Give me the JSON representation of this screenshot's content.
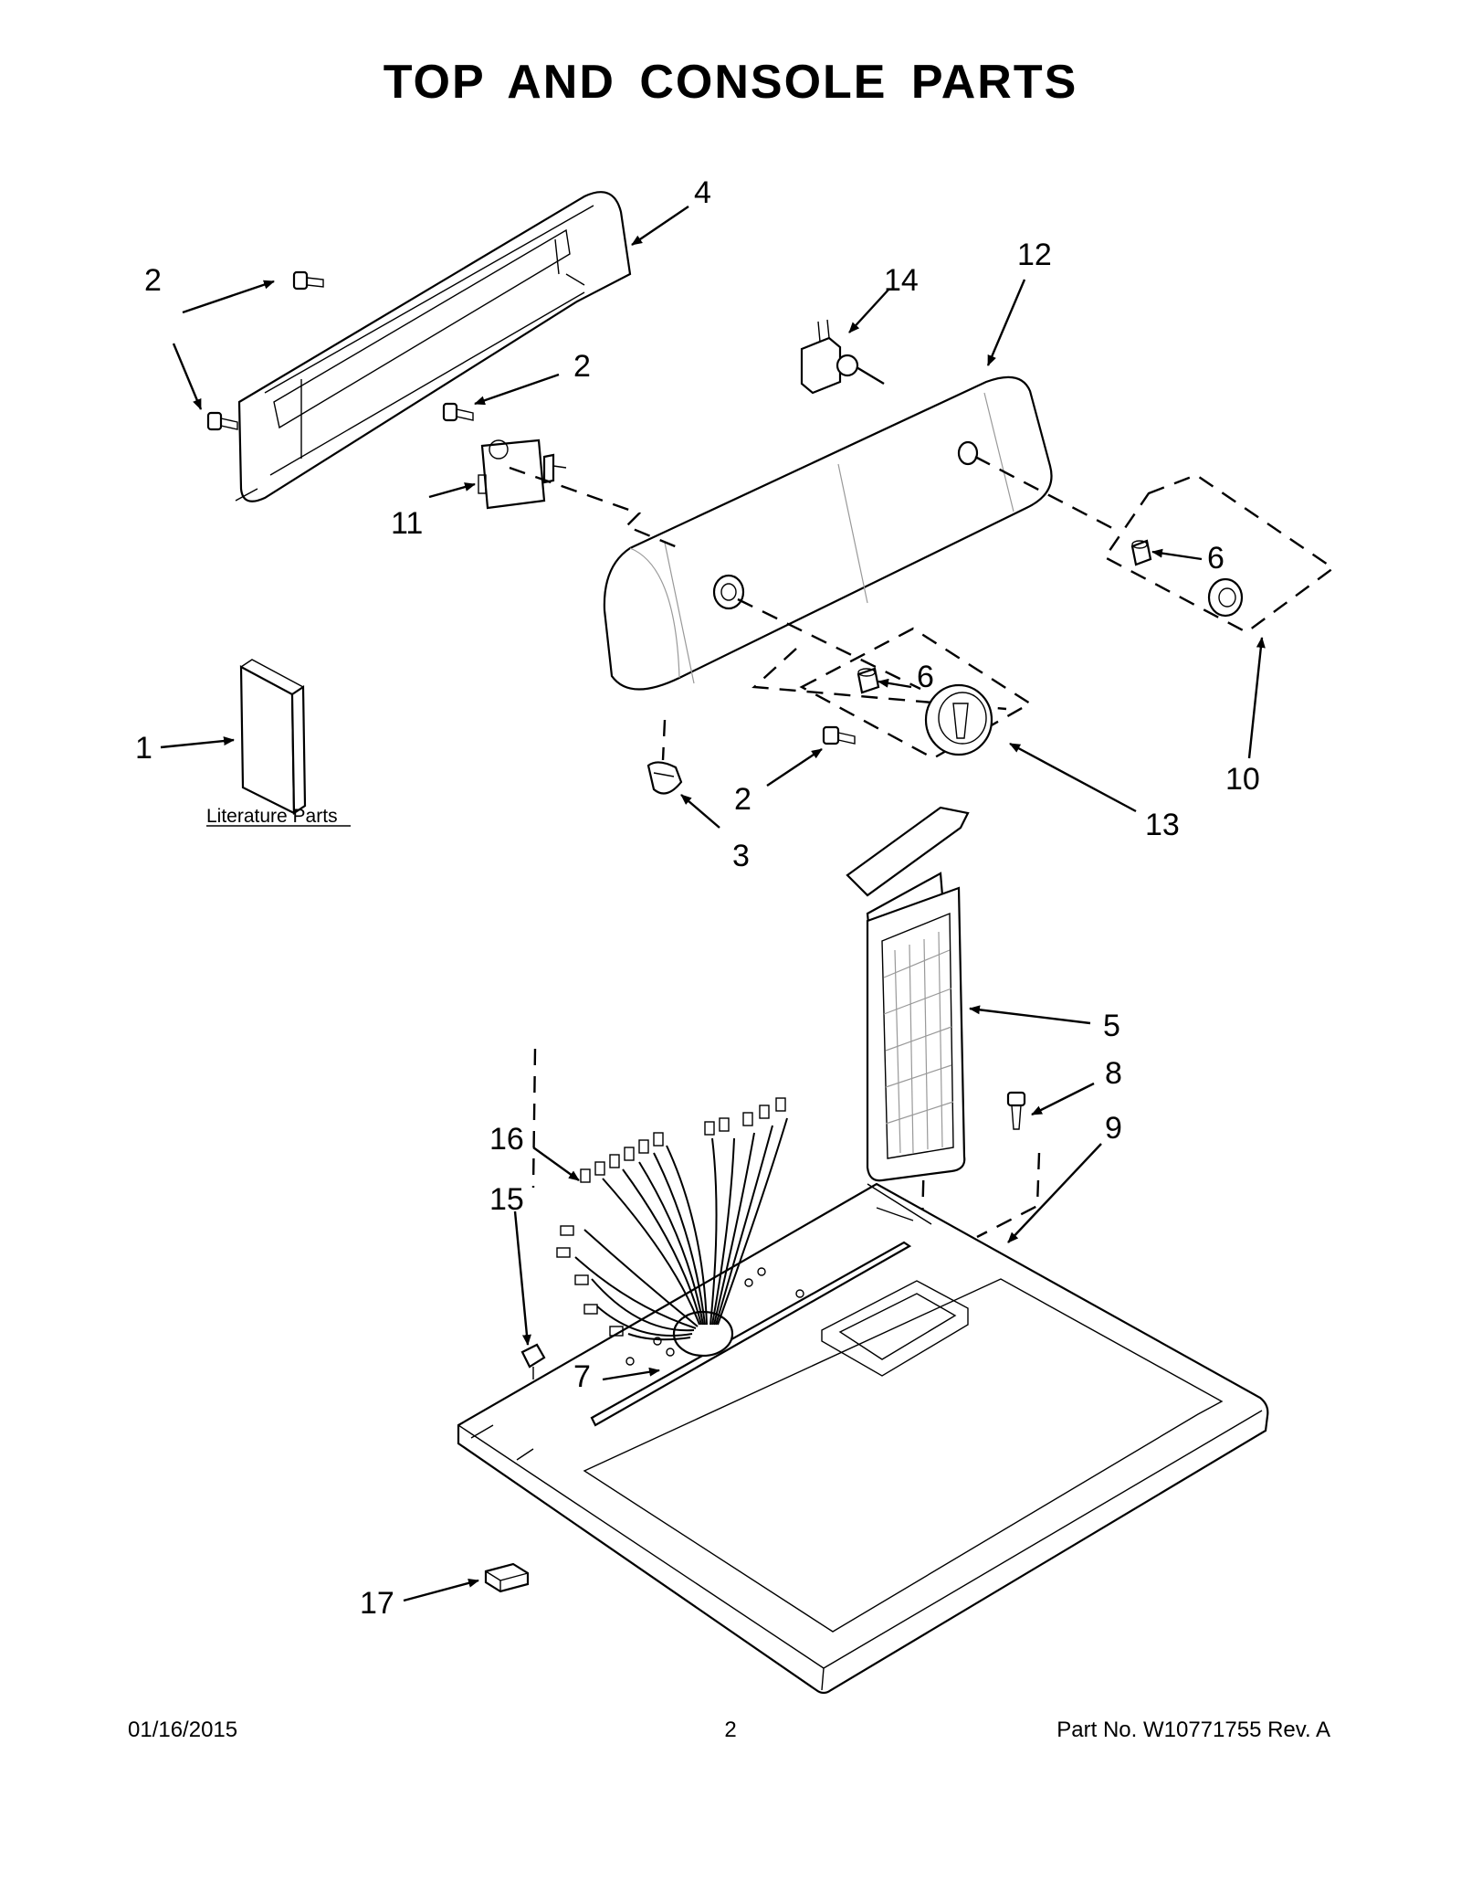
{
  "title": "TOP AND CONSOLE PARTS",
  "literature_label": "Literature Parts",
  "callouts": {
    "c1": "1",
    "c2a": "2",
    "c2b": "2",
    "c2c": "2",
    "c3": "3",
    "c4": "4",
    "c5": "5",
    "c6a": "6",
    "c6b": "6",
    "c7": "7",
    "c8": "8",
    "c9": "9",
    "c10": "10",
    "c11": "11",
    "c12": "12",
    "c13": "13",
    "c14": "14",
    "c15": "15",
    "c16": "16",
    "c17": "17"
  },
  "footer": {
    "date": "01/16/2015",
    "page": "2",
    "part": "Part No.  W10771755  Rev.  A"
  }
}
